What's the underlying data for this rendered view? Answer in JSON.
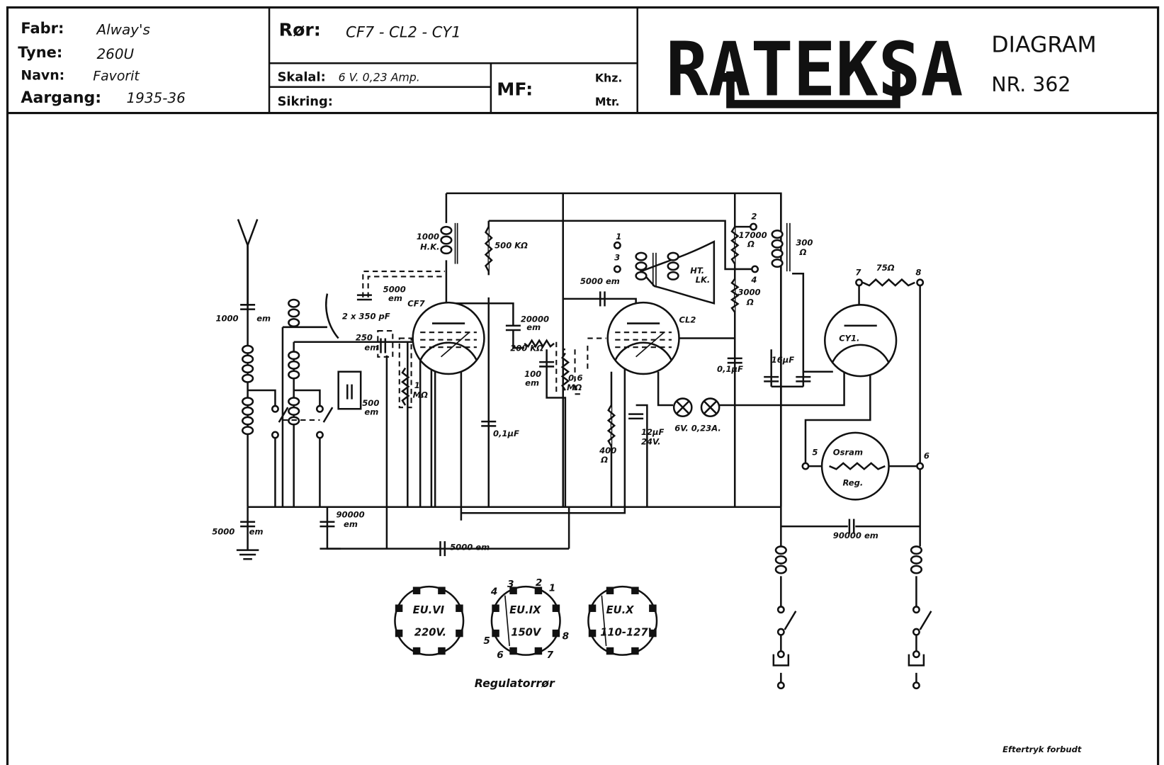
{
  "header": {
    "fabr_label": "Fabr:",
    "fabr_value": "Alway's",
    "type_label": "Tyne:",
    "type_value": "260U",
    "navn_label": "Navn:",
    "navn_value": "Favorit",
    "aargang_label": "Aargang:",
    "aargang_value": "1935-36",
    "ror_label": "Rør:",
    "ror_value": "CF7 - CL2 - CY1",
    "skala_label": "Skalal:",
    "skala_value": "6 V.  0,23 Amp.",
    "sikring_label": "Sikring:",
    "mf_label": "MF:",
    "khz_label": "Khz.",
    "mtr_label": "Mtr.",
    "logo": "RATEKSA",
    "diagram_label": "DIAGRAM",
    "diagram_number": "NR. 362"
  },
  "diagram": {
    "labels": {
      "c_ant_val": "1000",
      "c_ant_unit": "em",
      "hk_val": "1000",
      "hk_unit": "H.K.",
      "r500k": "500 KΩ",
      "c5000a_val": "5000",
      "c5000a_unit": "em",
      "cf7": "CF7",
      "tuning": "2 x 350 pF",
      "c250_val": "250",
      "c250_unit": "em",
      "r1m_val": "1",
      "r1m_unit": "MΩ",
      "c500_val": "500",
      "c500_unit": "em",
      "c01a": "0,1μF",
      "c20000_val": "20000",
      "c20000_unit": "em",
      "r200k": "200 KΩ",
      "c100_val": "100",
      "c100_unit": "em",
      "pot_val": "0,6",
      "pot_unit": "MΩ",
      "c5000b": "5000 em",
      "t1": "1",
      "t3": "3",
      "t2": "2",
      "t4": "4",
      "ht_1": "HT.",
      "ht_2": "LK.",
      "cl2": "CL2",
      "r17000_val": "17000",
      "r17000_unit": "Ω",
      "r3000_val": "3000",
      "r3000_unit": "Ω",
      "choke_val": "300",
      "choke_unit": "Ω",
      "t7": "7",
      "r75": "75Ω",
      "t8": "8",
      "cy1": "CY1.",
      "c01b": "0,1μF",
      "c16": "16μF",
      "lamps": "6V. 0,23A.",
      "r400_val": "400",
      "r400_unit": "Ω",
      "c12_val": "12μF",
      "c12_unit": "24V.",
      "t5": "5",
      "t6": "6",
      "osram_1": "Osram",
      "osram_2": "Reg.",
      "c5000c_val": "5000",
      "c5000c_unit": "em",
      "c90000a_val": "90000",
      "c90000a_unit": "em",
      "c5000d": "5000 em",
      "c90000b": "90000 em"
    },
    "regulators": {
      "title": "Regulatorrør",
      "items": [
        {
          "name": "EU.VI",
          "voltage": "220V."
        },
        {
          "name": "EU.IX",
          "voltage": "150V"
        },
        {
          "name": "EU.X",
          "voltage": "110-127V"
        }
      ],
      "pins": [
        "4",
        "3",
        "2",
        "1",
        "5",
        "6",
        "7",
        "8"
      ]
    },
    "footer": "Eftertryk forbudt"
  }
}
